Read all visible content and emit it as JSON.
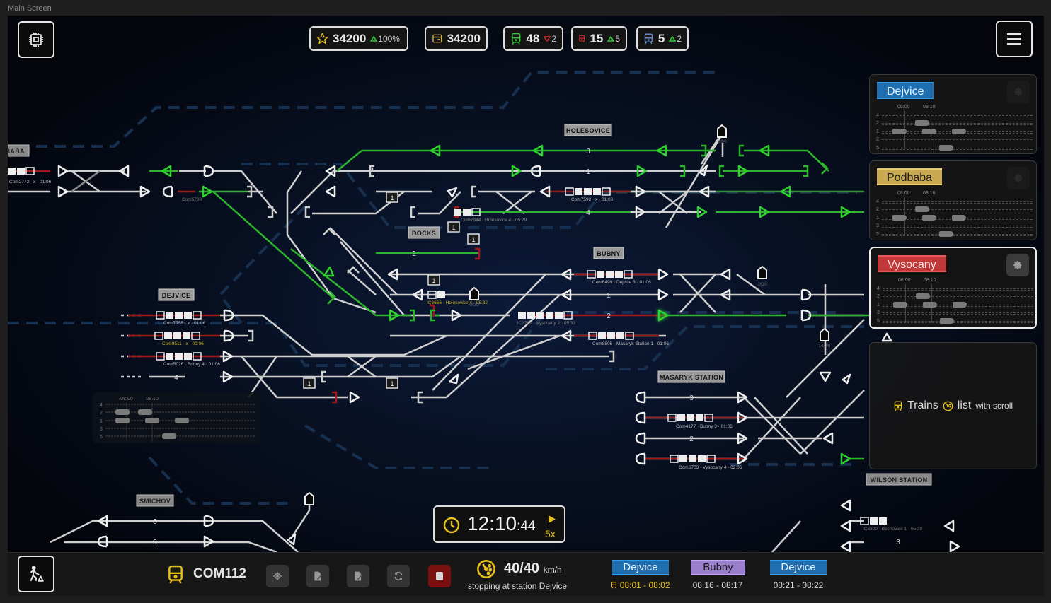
{
  "window": {
    "title": "Main Screen"
  },
  "top_left_button": {
    "icon": "cpu-chip-icon"
  },
  "menu_button": {
    "icon": "hamburger-menu-icon"
  },
  "stats": [
    {
      "icon": "star-icon",
      "value": "34200",
      "delta": "100%",
      "trend": "up",
      "color": "#e8c21a"
    },
    {
      "icon": "wallet-icon",
      "value": "34200",
      "delta": "",
      "trend": "",
      "color": "#e8c21a"
    },
    {
      "icon": "train-icon",
      "value": "48",
      "delta": "2",
      "trend": "down",
      "color": "#38c838"
    },
    {
      "icon": "train-icon",
      "value": "15",
      "delta": "5",
      "trend": "up",
      "color": "#e03030"
    },
    {
      "icon": "train-icon",
      "value": "5",
      "delta": "2",
      "trend": "up",
      "color": "#6f93d8"
    }
  ],
  "station_panels": [
    {
      "name": "Dejvice",
      "color": "#1f6fb0",
      "border": "#2f9ae8",
      "text_color": "#e8f2ff",
      "time_labels": [
        "08:00",
        "08:10"
      ],
      "platforms": [
        "4",
        "2",
        "1",
        "3",
        "5"
      ]
    },
    {
      "name": "Podbaba",
      "color": "#c9aa52",
      "border": "#e6cc72",
      "text_color": "#1b1b1b",
      "time_labels": [
        "08:00",
        "08:10"
      ],
      "platforms": [
        "4",
        "2",
        "1",
        "3",
        "5"
      ]
    },
    {
      "name": "Vysocany",
      "color": "#c03838",
      "border": "#e85858",
      "text_color": "#ffe8e8",
      "time_labels": [
        "08:00",
        "08:10"
      ],
      "platforms": [
        "4",
        "2",
        "1",
        "3",
        "5"
      ]
    }
  ],
  "trains_overlay": {
    "icon1": "train-icon",
    "label1": "Trains",
    "icon2": "speedometer-icon",
    "label2": "list",
    "label3": "with scroll"
  },
  "map_timetable": {
    "time_labels": [
      "08:00",
      "08:10"
    ],
    "platforms": [
      "4",
      "2",
      "1",
      "3",
      "5"
    ]
  },
  "stations": {
    "holesovice": "Holesovice",
    "docks": "Docks",
    "bubny": "Bubny",
    "dejvice": "Dejvice",
    "masaryk": "Masaryk Station",
    "smichov": "Smichov",
    "podbaba": "Podbaba",
    "wilson": "Wilson Station"
  },
  "map_trains": [
    {
      "label": "Com7755 · x · 01:06",
      "color": "#bbbbbb"
    },
    {
      "label": "Com9511 · x · 00:06",
      "color": "#c8b21a"
    },
    {
      "label": "Com5026 · Bubny  4 · 01:06",
      "color": "#bbbbbb"
    },
    {
      "label": "Com7592 · x · 01:06",
      "color": "#bbbbbb"
    },
    {
      "label": "Com7944 · Holesovice  4 · 05:29",
      "color": "#888888"
    },
    {
      "label": "Com6499 · Dejvice  3 · 01:06",
      "color": "#bbbbbb"
    },
    {
      "label": "IC6656 · Holesovice  4 · 05:32",
      "color": "#c8b21a"
    },
    {
      "label": "IC3762 · Vysocany  2 · 05:33",
      "color": "#888888"
    },
    {
      "label": "Com8805 · Masaryk Station  1 · 01:06",
      "color": "#bbbbbb"
    },
    {
      "label": "Com4177 · Bubny  3 · 01:06",
      "color": "#bbbbbb"
    },
    {
      "label": "Com6703 · Vysocany  4 · 02:06",
      "color": "#bbbbbb"
    },
    {
      "label": "Com5788",
      "color": "#777777"
    },
    {
      "label": "Com2772 · x · 01:06",
      "color": "#888888"
    },
    {
      "label": "IC5829 · Bechovice  1 · 05:30",
      "color": "#777777"
    }
  ],
  "track_numbers": [
    "3",
    "1",
    "4",
    "1",
    "1",
    "2",
    "4",
    "3",
    "2",
    "5",
    "3",
    "2",
    "3",
    "1",
    "1",
    "1",
    "1"
  ],
  "depot_counts": [
    "1/0/0",
    "1/0/0",
    "14/0/0",
    "0/0/0"
  ],
  "clock": {
    "icon": "clock-icon",
    "time": "12:10",
    "seconds": ":44",
    "play_icon": "play-icon",
    "speed": "5x"
  },
  "bottom_bar": {
    "construction_icon": "construction-worker-icon",
    "train_icon": "train-icon",
    "train_name": "COM112",
    "actions": [
      {
        "name": "locate-train-button",
        "icon": "crosshair-icon"
      },
      {
        "name": "edit-schedule-button",
        "icon": "edit-document-icon"
      },
      {
        "name": "edit-schedule-alt-button",
        "icon": "edit-document-icon"
      },
      {
        "name": "reverse-button",
        "icon": "refresh-icon"
      },
      {
        "name": "stop-button",
        "icon": "stop-icon"
      }
    ],
    "speedometer_icon": "speedometer-icon",
    "speed": "40/40",
    "speed_unit": "km/h",
    "status": "stopping at station Dejvice",
    "stops": [
      {
        "name": "Dejvice",
        "time": "08:01 - 08:02",
        "color": "#1f6fb0",
        "border": "#2f9ae8",
        "text_color": "#e8f2ff",
        "time_color": "#e8c21a",
        "current": true
      },
      {
        "name": "Bubny",
        "time": "08:16 - 08:17",
        "color": "#9a80cc",
        "border": "#c0a8f0",
        "text_color": "#1b1b1b",
        "time_color": "#d8d8d8",
        "current": false
      },
      {
        "name": "Dejvice",
        "time": "08:21 - 08:22",
        "color": "#1f6fb0",
        "border": "#2f9ae8",
        "text_color": "#e8f2ff",
        "time_color": "#d8d8d8",
        "current": false
      }
    ]
  }
}
